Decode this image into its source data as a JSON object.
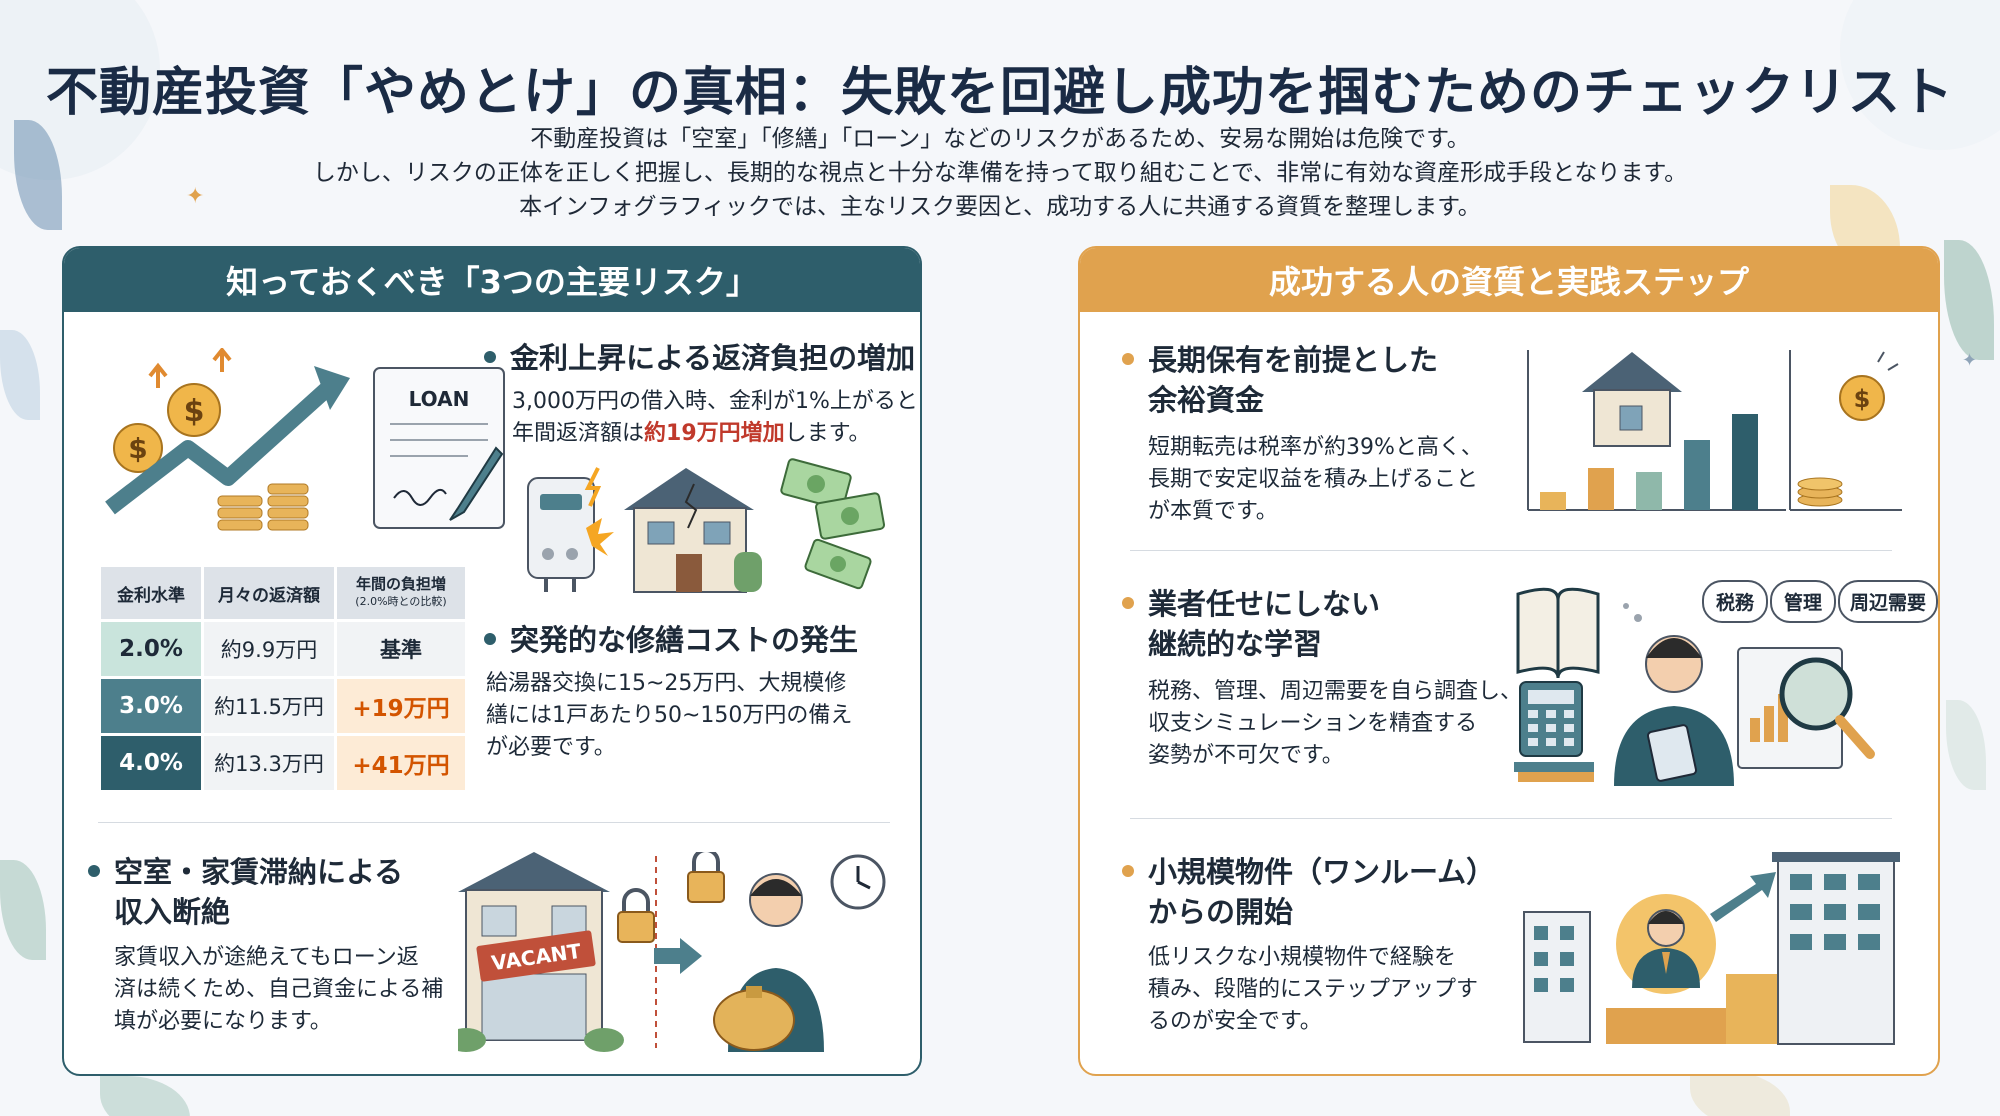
{
  "header": {
    "title": "不動産投資「やめとけ」の真相：失敗を回避し成功を掴むためのチェックリスト",
    "subtitle_lines": [
      "不動産投資は「空室」「修繕」「ローン」などのリスクがあるため、安易な開始は危険です。",
      "しかし、リスクの正体を正しく把握し、長期的な視点と十分な準備を持って取り組むことで、非常に有効な資産形成手段となります。",
      "本インフォグラフィックでは、主なリスク要因と、成功する人に共通する資質を整理します。"
    ]
  },
  "left_panel": {
    "title": "知っておくべき「3つの主要リスク」",
    "loan_doc_label": "LOAN",
    "risk1": {
      "heading": "金利上昇による返済負担の増加",
      "text_line1": "3,000万円の借入時、金利が1%上がると",
      "text_line2_prefix": "年間返済額は",
      "text_line2_accent": "約19万円増加",
      "text_line2_suffix": "します。"
    },
    "table": {
      "headers": [
        "金利水準",
        "月々の返済額",
        "年間の負担増"
      ],
      "header_note": "(2.0%時との比較)",
      "rows": [
        [
          "2.0%",
          "約9.9万円",
          "基準"
        ],
        [
          "3.0%",
          "約11.5万円",
          "+19万円"
        ],
        [
          "4.0%",
          "約13.3万円",
          "+41万円"
        ]
      ]
    },
    "risk2": {
      "heading": "突発的な修繕コストの発生",
      "text_lines": [
        "給湯器交換に15~25万円、大規模修",
        "繕には1戸あたり50~150万円の備え",
        "が必要です。"
      ]
    },
    "risk3": {
      "heading_lines": [
        "空室・家賃滞納による",
        "収入断絶"
      ],
      "text_lines": [
        "家賃収入が途絶えてもローン返",
        "済は続くため、自己資金による補",
        "填が必要になります。"
      ],
      "vacant_sign": "VACANT"
    }
  },
  "right_panel": {
    "title": "成功する人の資質と実践ステップ",
    "step1": {
      "heading_lines": [
        "長期保有を前提とした",
        "余裕資金"
      ],
      "text_lines": [
        "短期転売は税率が約39%と高く、",
        "長期で安定収益を積み上げること",
        "が本質です。"
      ]
    },
    "step2": {
      "heading_lines": [
        "業者任せにしない",
        "継続的な学習"
      ],
      "text_lines": [
        "税務、管理、周辺需要を自ら調査し、",
        "収支シミュレーションを精査する",
        "姿勢が不可欠です。"
      ],
      "bubbles": [
        "税務",
        "管理",
        "周辺需要"
      ]
    },
    "step3": {
      "heading_lines": [
        "小規模物件（ワンルーム）",
        "からの開始"
      ],
      "text_lines": [
        "低リスクな小規模物件で経験を",
        "積み、段階的にステップアップす",
        "るのが安全です。"
      ]
    }
  },
  "colors": {
    "teal": "#2e5e6b",
    "gold": "#e0a24e",
    "accent_red": "#c0392b"
  }
}
